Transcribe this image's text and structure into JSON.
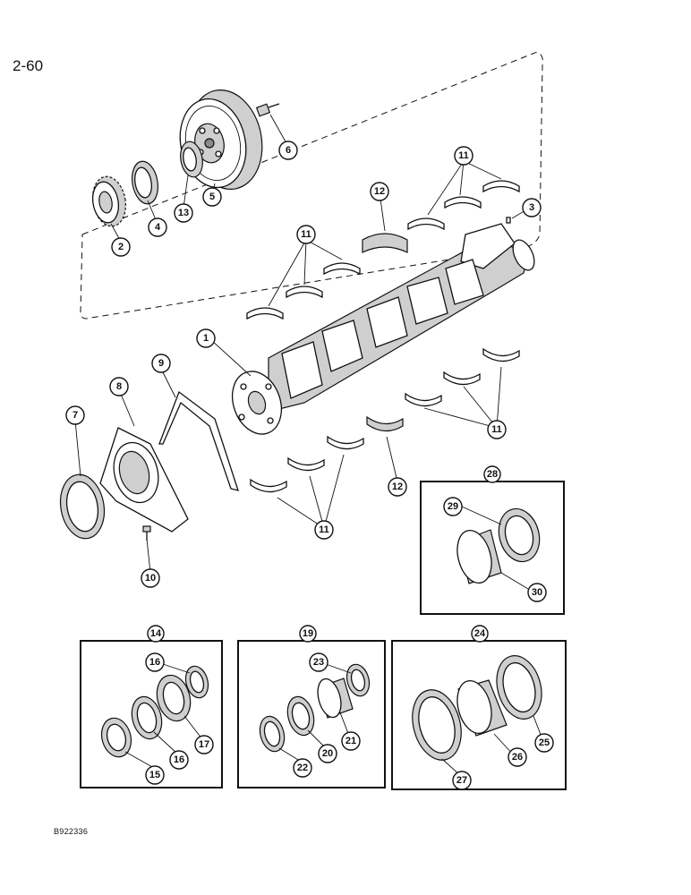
{
  "page": {
    "number": "2-60",
    "figure_code": "B922336"
  },
  "callouts": {
    "c1": "1",
    "c2": "2",
    "c3": "3",
    "c4": "4",
    "c5": "5",
    "c6": "6",
    "c7": "7",
    "c8": "8",
    "c9": "9",
    "c10": "10",
    "c11a": "11",
    "c11b": "11",
    "c11c": "11",
    "c11d": "11",
    "c12a": "12",
    "c12b": "12",
    "c13": "13",
    "c14": "14",
    "c15": "15",
    "c16a": "16",
    "c16b": "16",
    "c17": "17",
    "c19": "19",
    "c20": "20",
    "c21": "21",
    "c22": "22",
    "c23": "23",
    "c24": "24",
    "c25": "25",
    "c26": "26",
    "c27": "27",
    "c28": "28",
    "c29": "29",
    "c30": "30"
  }
}
